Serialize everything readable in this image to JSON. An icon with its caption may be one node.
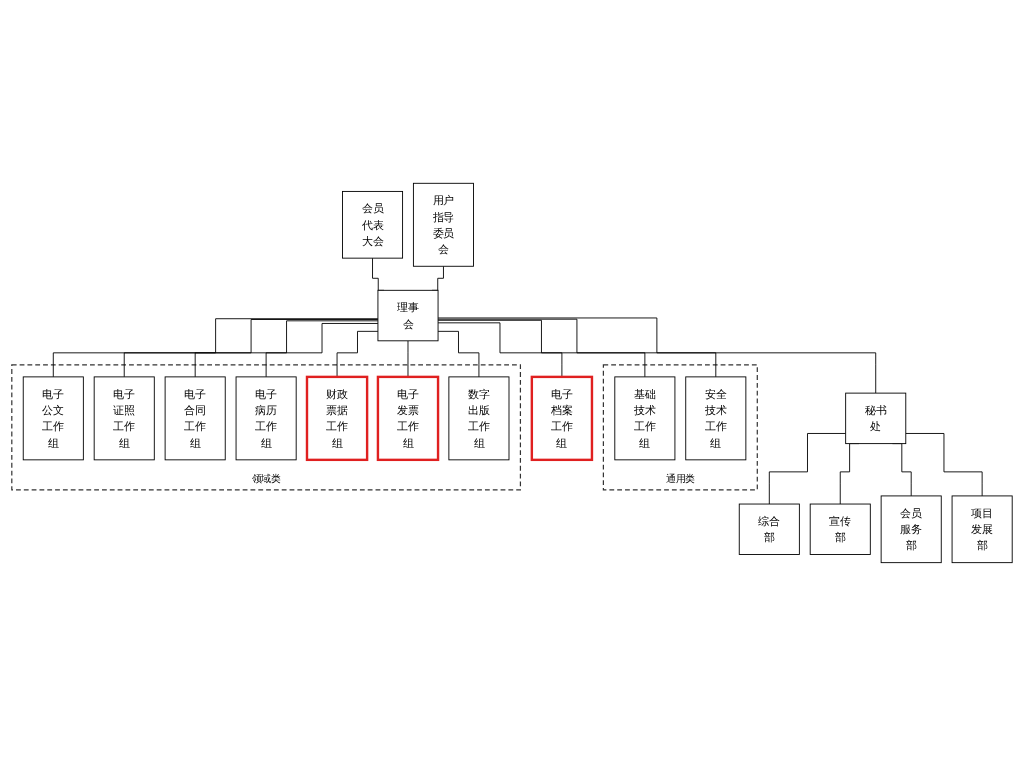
{
  "diagram": {
    "nodes": [
      {
        "text": [
          "会员代表大会"
        ]
      },
      {
        "text": [
          "用户指导委员会"
        ]
      },
      {
        "text": [
          "理事会"
        ]
      },
      {
        "text": [
          "秘书处"
        ]
      },
      {
        "text": [
          "综合部"
        ]
      },
      {
        "text": [
          "宣传部"
        ]
      },
      {
        "text": [
          "会员服务部"
        ]
      },
      {
        "text": [
          "项目发展部"
        ]
      },
      {
        "text": [
          "通用类"
        ]
      },
      {
        "text": [
          "基础技术工作组"
        ],
        "in": 8
      },
      {
        "text": [
          "安全技术工作组"
        ],
        "in": 8
      },
      {
        "text": [
          "领域类"
        ]
      },
      {
        "text": [
          "电子公文工作组"
        ],
        "in": 11
      },
      {
        "text": [
          "电子证照工作组"
        ],
        "in": 11
      },
      {
        "text": [
          "电子合同工作组"
        ],
        "in": 11
      },
      {
        "text": [
          "电子病历工作组"
        ],
        "in": 11
      },
      {
        "text": [
          "财政票据工作组"
        ],
        "in": 11
      },
      {
        "text": [
          "电子发票工作组"
        ],
        "in": 11
      },
      {
        "text": [
          "数字出版工作组"
        ],
        "in": 11
      },
      {
        "text": [
          "电子档案工作组"
        ]
      }
    ],
    "edges": [
      {
        "from": 0,
        "to": 2,
        "arrow": "none"
      },
      {
        "from": 1,
        "to": 2,
        "arrow": "none"
      },
      {
        "from": 2,
        "to": 3,
        "arrow": "none"
      },
      {
        "from": 3,
        "to": 4,
        "arrow": "none"
      },
      {
        "from": 3,
        "to": 5,
        "arrow": "none"
      },
      {
        "from": 3,
        "to": 6,
        "arrow": "none"
      },
      {
        "from": 3,
        "to": 7,
        "arrow": "none"
      },
      {
        "from": 2,
        "to": 9,
        "arrow": "none"
      },
      {
        "from": 2,
        "to": 10,
        "arrow": "none"
      },
      {
        "from": 2,
        "to": 12,
        "arrow": "none"
      },
      {
        "from": 2,
        "to": 13,
        "arrow": "none"
      },
      {
        "from": 2,
        "to": 14,
        "arrow": "none"
      },
      {
        "from": 2,
        "to": 15,
        "arrow": "none"
      },
      {
        "from": 2,
        "to": 16,
        "arrow": "none"
      },
      {
        "from": 2,
        "to": 17,
        "arrow": "none"
      },
      {
        "from": 2,
        "to": 18,
        "arrow": "none"
      },
      {
        "from": 2,
        "to": 19,
        "arrow": "none"
      }
    ]
  }
}
